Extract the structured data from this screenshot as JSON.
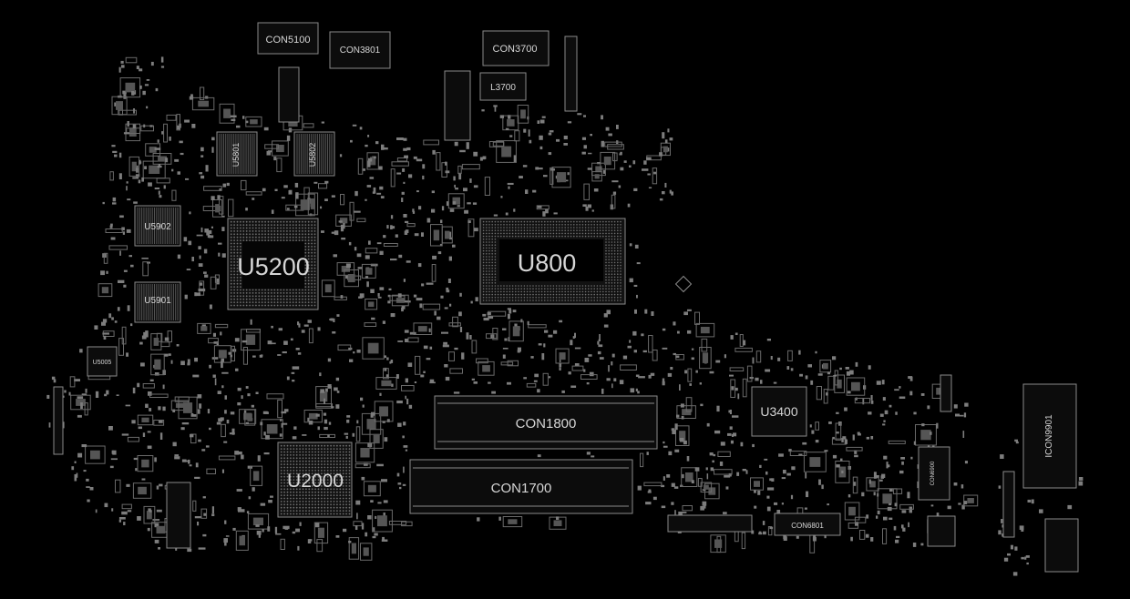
{
  "labels": {
    "u5200": "U5200",
    "u800": "U800",
    "u2000": "U2000",
    "u3400": "U3400",
    "u5902": "U5902",
    "u5901": "U5901",
    "u5005": "U5005",
    "u5801": "U5801",
    "u5802": "U5802",
    "con5100": "CON5100",
    "con3801": "CON3801",
    "con3700": "CON3700",
    "l3700": "L3700",
    "con1800": "CON1800",
    "con1700": "CON1700",
    "con6801": "CON6801",
    "icon9901": "ICON9901",
    "con6900": "CON6900"
  },
  "colors": {
    "background": "#000000",
    "trace": "#8a8a8a",
    "pad": "#7d7d7d",
    "label": "#d6d6d6"
  }
}
